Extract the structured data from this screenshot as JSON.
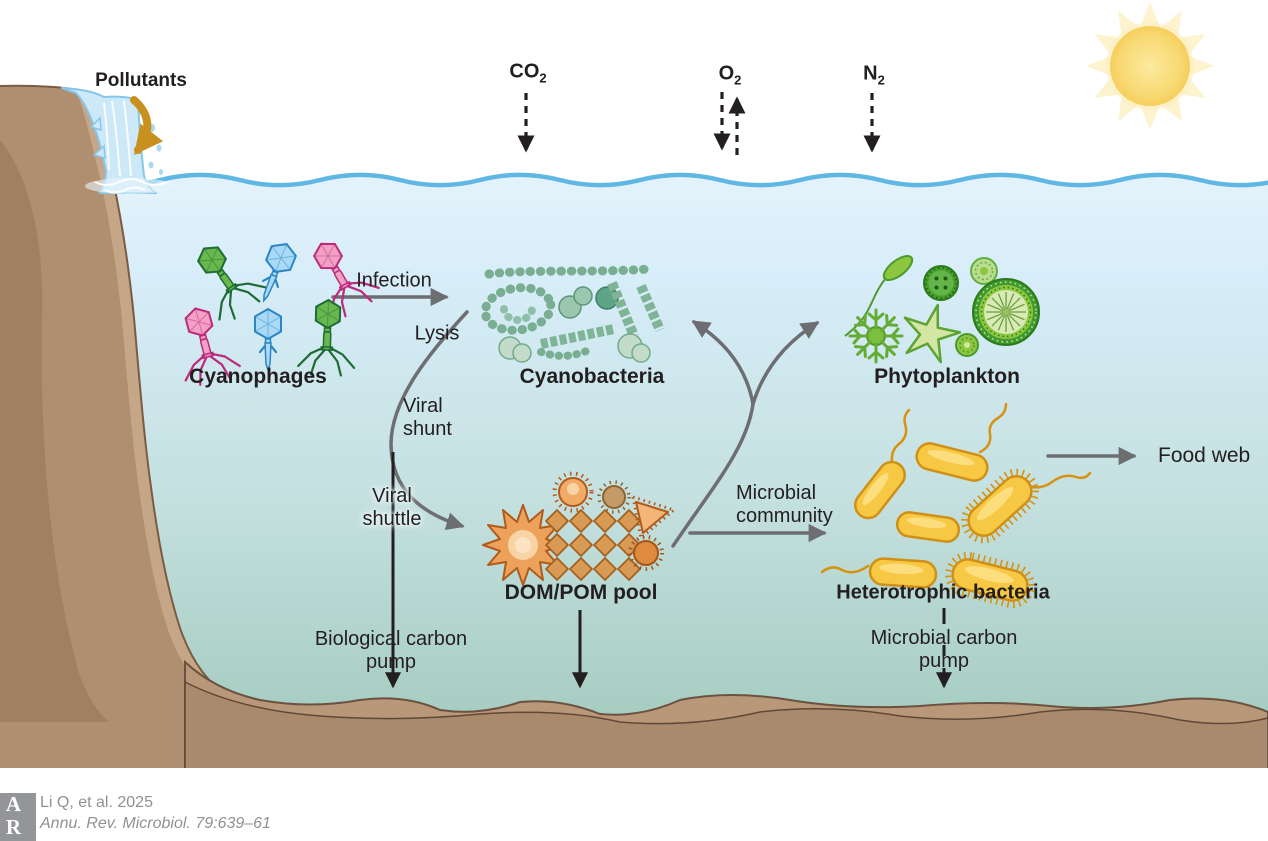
{
  "figure": {
    "kind": "aquatic viral and microbial carbon cycle diagram"
  },
  "atmosphere": {
    "pollutants": "Pollutants",
    "gases": {
      "co2": {
        "base": "CO",
        "sub": "2"
      },
      "o2": {
        "base": "O",
        "sub": "2"
      },
      "n2": {
        "base": "N",
        "sub": "2"
      }
    }
  },
  "nodes": {
    "cyanophages": "Cyanophages",
    "cyanobacteria": "Cyanobacteria",
    "phytoplankton": "Phytoplankton",
    "dom_pom_pool": "DOM/POM pool",
    "heterotrophic_bacteria": "Heterotrophic bacteria"
  },
  "processes": {
    "infection": "Infection",
    "lysis": "Lysis",
    "viral_shunt": "Viral shunt",
    "viral_shuttle": "Viral shuttle",
    "microbial_community": "Microbial community",
    "food_web": "Food web",
    "biological_carbon_pump": "Biological carbon pump",
    "microbial_carbon_pump": "Microbial carbon pump"
  },
  "citation": {
    "logo_top": "A",
    "logo_bottom": "R",
    "authors": "Li Q, et al. 2025",
    "source": "Annu. Rev. Microbiol. 79:639–61"
  },
  "colors": {
    "water_surface_line": "#5fb8e4",
    "water_top": "#dcf0fa",
    "water_bottom": "#9fc8ba",
    "cliff_brown": "#b39173",
    "sediment_brown": "#b59478",
    "sun_yellow": "#f7d165",
    "arrow_gray": "#6d6e71",
    "arrow_black": "#231f20",
    "pollutant_gold": "#c8911f",
    "phage_green": "#68b84e",
    "phage_blue": "#a8daf5",
    "phage_pink": "#f2a0c6",
    "cyanobacteria_green": "#7fb497",
    "phytoplankton_green": "#8cc63f",
    "dom_orange": "#eda763",
    "bacteria_yellow": "#f7c843"
  }
}
